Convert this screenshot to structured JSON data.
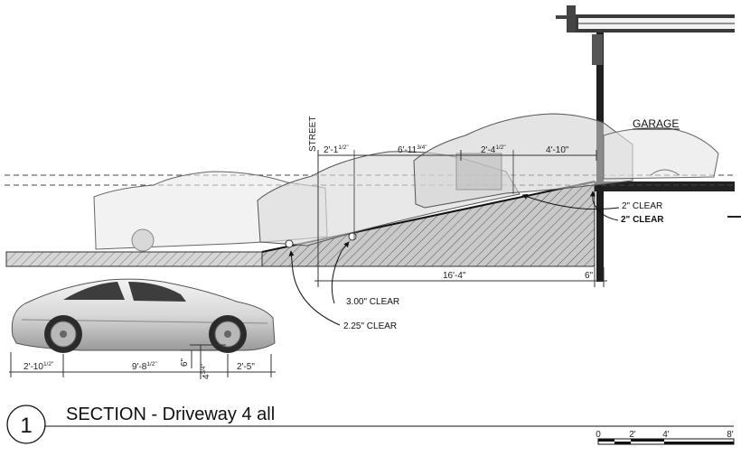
{
  "title": {
    "number": "1",
    "text": "SECTION -  Driveway 4 all"
  },
  "labels": {
    "garage": "GARAGE",
    "street": "STREET"
  },
  "notes": {
    "clear_2_upper": "2\" CLEAR",
    "clear_2_lower": "2\" CLEAR",
    "clear_300": "3.00\" CLEAR",
    "clear_225": "2.25\" CLEAR"
  },
  "dimensions": {
    "top_1": "2'-1",
    "top_1_frac": "1/2\"",
    "top_2": "6'-11",
    "top_2_frac": "3/4\"",
    "top_3": "2'-4",
    "top_3_frac": "1/2\"",
    "top_4": "4'-10\"",
    "ramp_length": "16'-4\"",
    "landing": "6\"",
    "car_overhang_front": "2'-10",
    "car_overhang_front_frac": "1/2\"",
    "car_wheelbase": "9'-8",
    "car_wheelbase_frac": "1/2\"",
    "car_overhang_rear": "2'-5\"",
    "car_clearance_a": "6\"",
    "car_clearance_b": "4",
    "car_clearance_b_frac": "3/4\""
  },
  "scale_bar": {
    "ticks": [
      "0",
      "2'",
      "4'",
      "8'"
    ]
  }
}
